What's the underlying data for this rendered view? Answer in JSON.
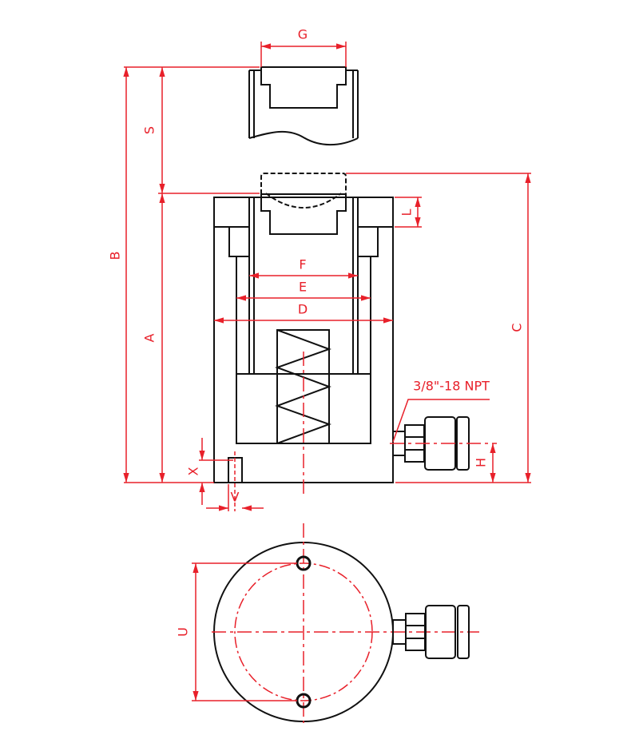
{
  "labels": {
    "G": "G",
    "S": "S",
    "B": "B",
    "A": "A",
    "L": "L",
    "F": "F",
    "E": "E",
    "D": "D",
    "C": "C",
    "H": "H",
    "X": "X",
    "V": "V",
    "U": "U",
    "port": "3/8\"-18 NPT"
  },
  "colors": {
    "dimension": "#e8202a",
    "outline": "#111111"
  }
}
